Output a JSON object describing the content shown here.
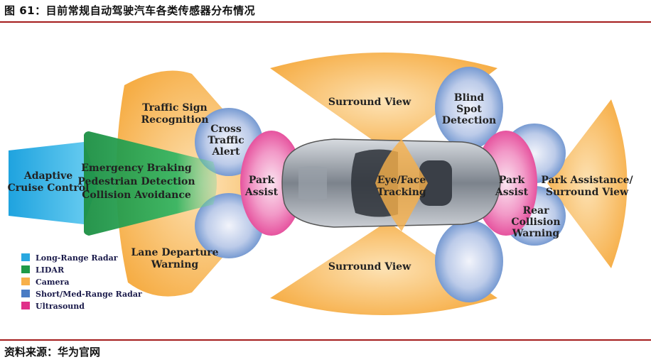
{
  "figure": {
    "title": "图 61：目前常规自动驾驶汽车各类传感器分布情况",
    "source": "资料来源：华为官网"
  },
  "diagram": {
    "labels": {
      "adaptive_cruise": [
        "Adaptive",
        "Cruise Control"
      ],
      "lidar_block": [
        "Emergency Braking",
        "Pedestrian Detection",
        "Collision Avoidance"
      ],
      "traffic_sign": [
        "Traffic Sign",
        "Recognition"
      ],
      "cross_traffic": [
        "Cross",
        "Traffic",
        "Alert"
      ],
      "park_assist_front": [
        "Park",
        "Assist"
      ],
      "surround_view_top": "Surround View",
      "surround_view_bottom": "Surround View",
      "blind_spot": [
        "Blind",
        "Spot",
        "Detection"
      ],
      "eye_face": [
        "Eye/Face",
        "Tracking"
      ],
      "park_assist_rear": [
        "Park",
        "Assist"
      ],
      "rear_collision": [
        "Rear",
        "Collision",
        "Warning"
      ],
      "park_surround_rear": [
        "Park Assistance/",
        "Surround View"
      ],
      "lane_departure": [
        "Lane Departure",
        "Warning"
      ]
    },
    "legend": [
      {
        "label": "Long-Range Radar",
        "color": "#29a8e0"
      },
      {
        "label": "LIDAR",
        "color": "#1f9a48"
      },
      {
        "label": "Camera",
        "color": "#f7b04a"
      },
      {
        "label": "Short/Med-Range Radar",
        "color": "#4a7cc4"
      },
      {
        "label": "Ultrasound",
        "color": "#e0308a"
      }
    ]
  }
}
